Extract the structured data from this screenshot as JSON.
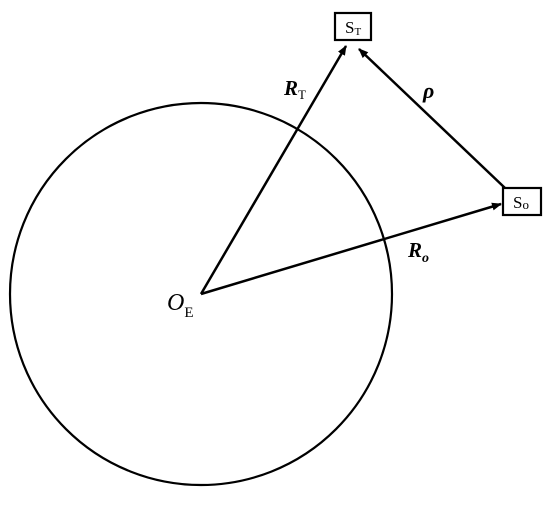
{
  "diagram": {
    "center_label": {
      "main": "O",
      "sub": "E"
    },
    "target_box": {
      "main": "S",
      "sub": "T"
    },
    "observer_box": {
      "main": "S",
      "sub": "o"
    },
    "vector_target": {
      "main": "R",
      "sub": "T"
    },
    "vector_observer": {
      "main": "R",
      "sub": "o"
    },
    "vector_relative": {
      "main": "ρ"
    },
    "colors": {
      "stroke": "#000000",
      "background": "#ffffff"
    }
  }
}
